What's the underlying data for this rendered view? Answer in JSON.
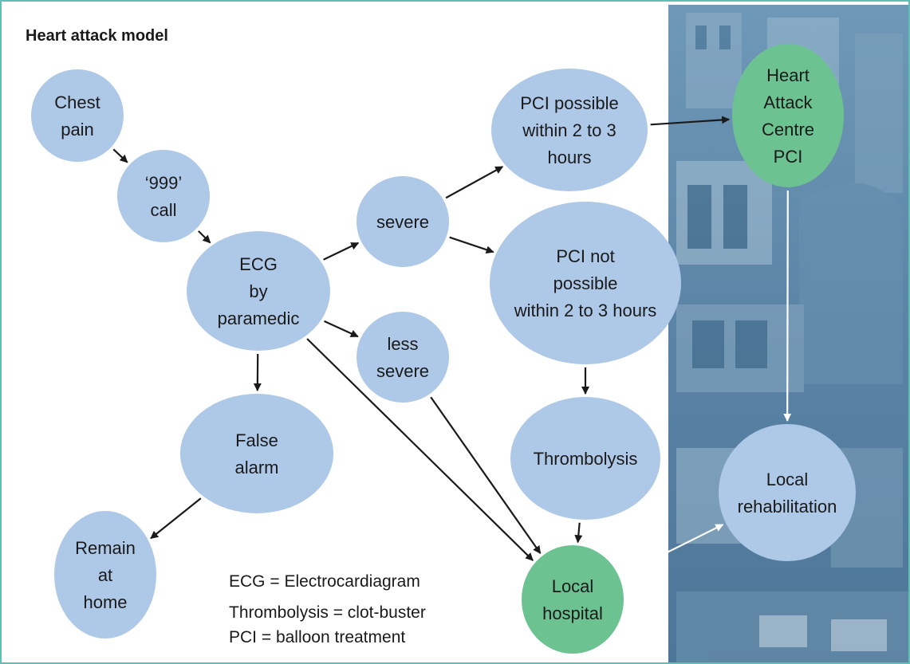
{
  "title": "Heart attack model",
  "colors": {
    "node_blue": "#aec8e8",
    "node_green": "#6cc391",
    "arrow_dark": "#1a1a1a",
    "arrow_light": "#ffffff",
    "photo_panel": "#5d87a8",
    "frame": "#5fbfb4"
  },
  "photo_panel": {
    "description_icon": "hospital-photo"
  },
  "nodes": {
    "chest_pain": {
      "lines": [
        "Chest",
        "pain"
      ],
      "color": "blue"
    },
    "call_999": {
      "lines": [
        "‘999’",
        "call"
      ],
      "color": "blue"
    },
    "ecg": {
      "lines": [
        "ECG",
        "by",
        "paramedic"
      ],
      "color": "blue"
    },
    "severe": {
      "lines": [
        "severe"
      ],
      "color": "blue"
    },
    "less_severe": {
      "lines": [
        "less",
        "severe"
      ],
      "color": "blue"
    },
    "pci_possible": {
      "lines": [
        "PCI possible",
        "within 2 to 3",
        "hours"
      ],
      "color": "blue"
    },
    "pci_not_possible": {
      "lines": [
        "PCI not",
        "possible",
        "within 2 to 3 hours"
      ],
      "color": "blue"
    },
    "heart_attack_centre": {
      "lines": [
        "Heart",
        "Attack",
        "Centre",
        "PCI"
      ],
      "color": "green"
    },
    "thrombolysis": {
      "lines": [
        "Thrombolysis"
      ],
      "color": "blue"
    },
    "false_alarm": {
      "lines": [
        "False",
        "alarm"
      ],
      "color": "blue"
    },
    "remain_home": {
      "lines": [
        "Remain",
        "at",
        "home"
      ],
      "color": "blue"
    },
    "local_hospital": {
      "lines": [
        "Local",
        "hospital"
      ],
      "color": "green"
    },
    "local_rehab": {
      "lines": [
        "Local",
        "rehabilitation"
      ],
      "color": "blue"
    }
  },
  "edges": [
    {
      "from": "chest_pain",
      "to": "call_999",
      "style": "dark"
    },
    {
      "from": "call_999",
      "to": "ecg",
      "style": "dark"
    },
    {
      "from": "ecg",
      "to": "severe",
      "style": "dark"
    },
    {
      "from": "ecg",
      "to": "less_severe",
      "style": "dark"
    },
    {
      "from": "ecg",
      "to": "false_alarm",
      "style": "dark"
    },
    {
      "from": "ecg",
      "to": "local_hospital",
      "style": "dark"
    },
    {
      "from": "severe",
      "to": "pci_possible",
      "style": "dark"
    },
    {
      "from": "severe",
      "to": "pci_not_possible",
      "style": "dark"
    },
    {
      "from": "pci_possible",
      "to": "heart_attack_centre",
      "style": "dark"
    },
    {
      "from": "heart_attack_centre",
      "to": "local_rehab",
      "style": "light"
    },
    {
      "from": "pci_not_possible",
      "to": "thrombolysis",
      "style": "dark"
    },
    {
      "from": "thrombolysis",
      "to": "local_hospital",
      "style": "dark"
    },
    {
      "from": "less_severe",
      "to": "local_hospital",
      "style": "dark"
    },
    {
      "from": "false_alarm",
      "to": "remain_home",
      "style": "dark"
    },
    {
      "from": "local_hospital",
      "to": "local_rehab",
      "style": "light"
    }
  ],
  "key": {
    "line1": "ECG = Electrocardiagram",
    "line2": "Thrombolysis = clot-buster",
    "line3": "PCI = balloon treatment"
  }
}
